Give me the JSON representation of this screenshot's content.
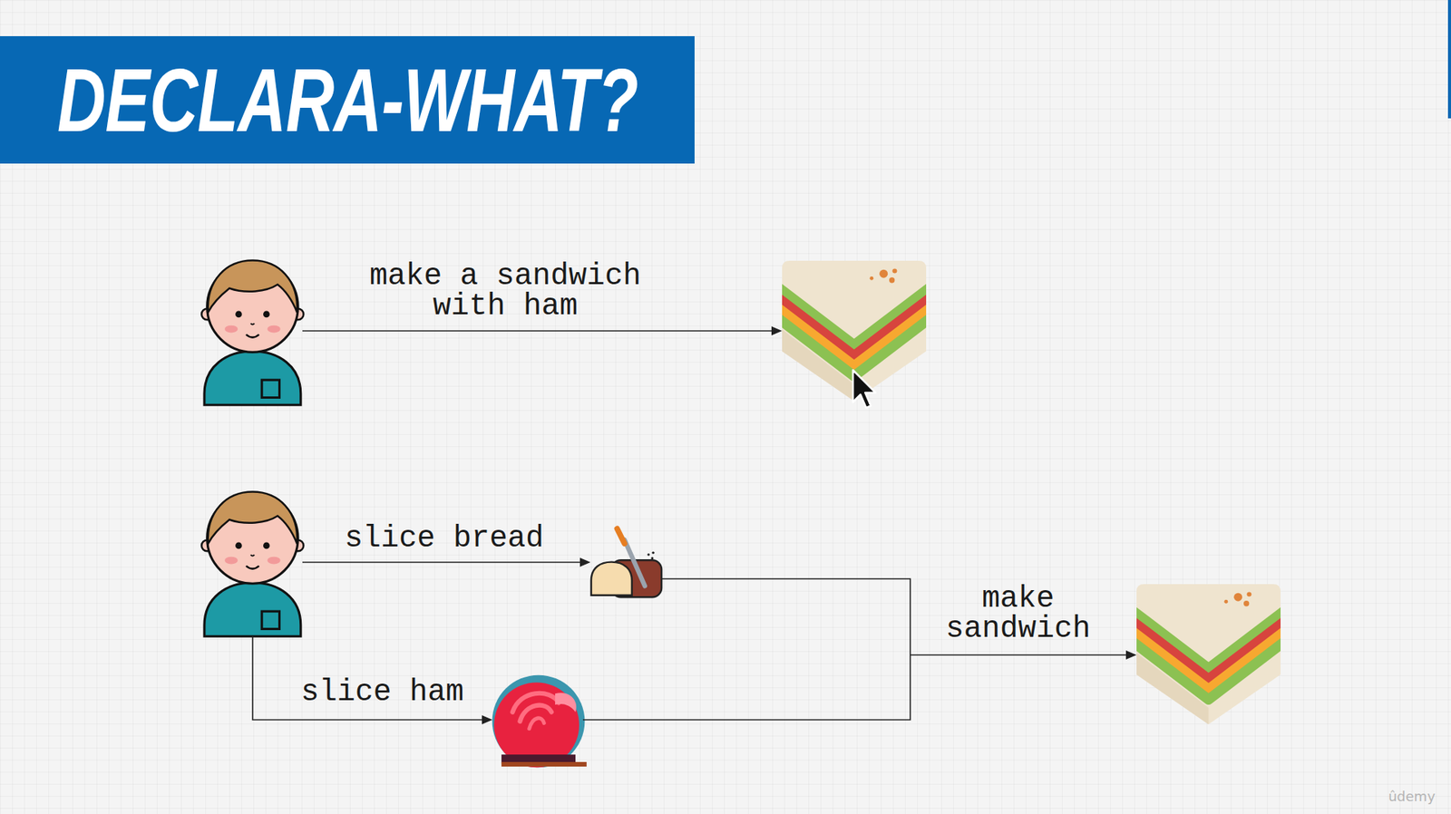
{
  "diagram": {
    "title": "DECLARA-WHAT?",
    "labels": [
      "make a sandwich with ham",
      "slice bread",
      "slice ham",
      "make sandwich",
      "ûdemy"
    ]
  }
}
